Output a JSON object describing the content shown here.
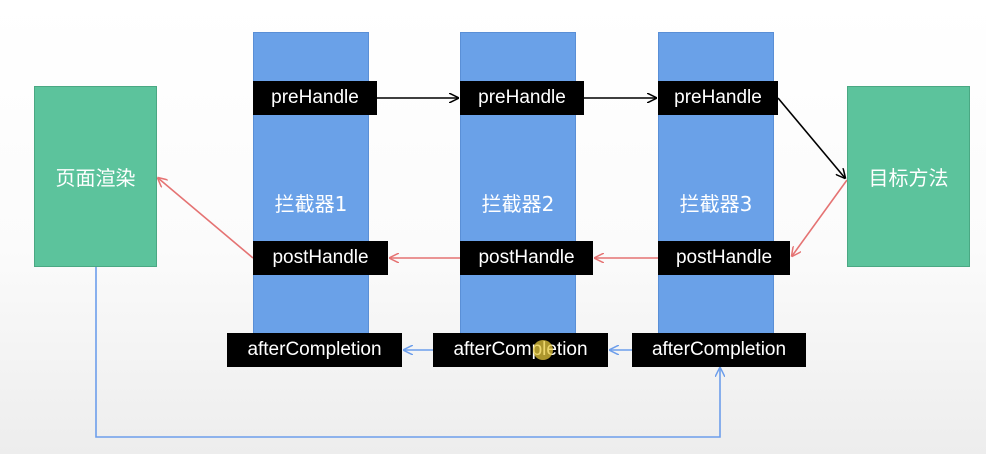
{
  "left_box": {
    "label": "页面渲染"
  },
  "right_box": {
    "label": "目标方法"
  },
  "interceptors": [
    {
      "label": "拦截器1",
      "pre": "preHandle",
      "post": "postHandle",
      "after": "afterCompletion"
    },
    {
      "label": "拦截器2",
      "pre": "preHandle",
      "post": "postHandle",
      "after": "afterCompletion"
    },
    {
      "label": "拦截器3",
      "pre": "preHandle",
      "post": "postHandle",
      "after": "afterCompletion"
    }
  ],
  "colors": {
    "green": "#5cc39c",
    "blue_column": "#6aa1e8",
    "pre_arrow": "#000000",
    "post_arrow": "#e57373",
    "after_arrow": "#6d9eeb"
  }
}
